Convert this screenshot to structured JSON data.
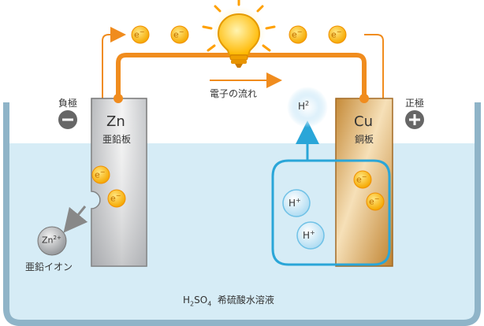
{
  "electrodes": {
    "zinc": {
      "symbol": "Zn",
      "name": "亜鉛板"
    },
    "copper": {
      "symbol": "Cu",
      "name": "銅板"
    }
  },
  "terminals": {
    "negative": {
      "label": "負極",
      "sign": "−"
    },
    "positive": {
      "label": "正極",
      "sign": "+"
    }
  },
  "electron_flow_label": "電子の流れ",
  "electron_symbol": "e",
  "electron_charge": "−",
  "hydrogen_ion": {
    "symbol": "H",
    "charge": "+"
  },
  "hydrogen_gas": {
    "symbol": "H",
    "subscript": "2"
  },
  "zinc_ion": {
    "symbol": "Zn",
    "charge": "2+",
    "label": "亜鉛イオン"
  },
  "solution": {
    "formula_h": "H",
    "formula_2": "2",
    "formula_so": "SO",
    "formula_4": "4",
    "name": "希硫酸水溶液"
  },
  "colors": {
    "wire": "#f08c1e",
    "electron": "#f5a800",
    "bulb": "#ffc21a",
    "solution": "#d6ecf6",
    "tank": "#8fb4c8",
    "cycle": "#2aa6d8"
  }
}
